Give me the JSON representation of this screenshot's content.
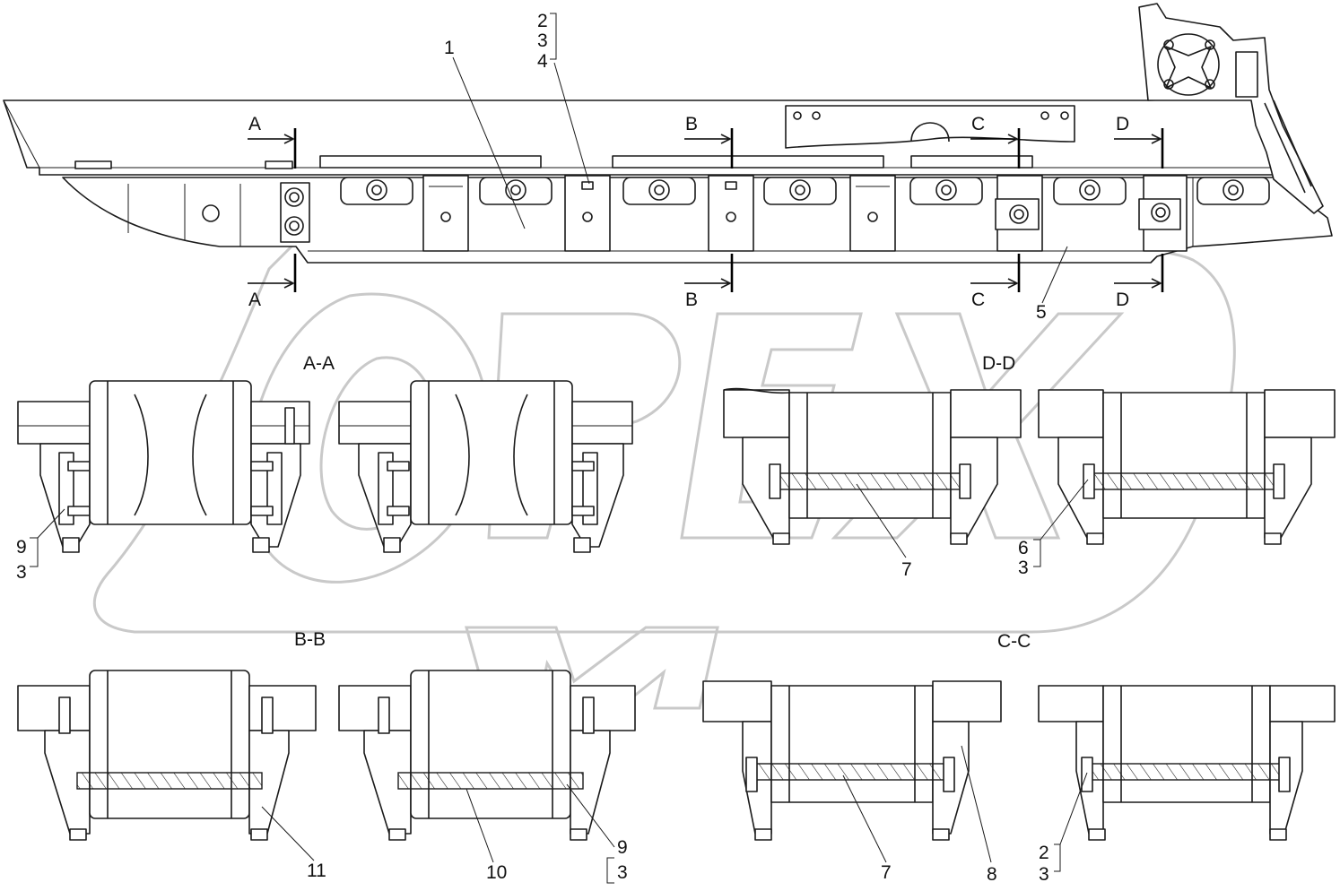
{
  "cutting_planes": [
    {
      "id": "A",
      "top_label": "A",
      "bottom_label": "A"
    },
    {
      "id": "B",
      "top_label": "B",
      "bottom_label": "B"
    },
    {
      "id": "C",
      "top_label": "C",
      "bottom_label": "C"
    },
    {
      "id": "D",
      "top_label": "D",
      "bottom_label": "D"
    }
  ],
  "section_titles": {
    "aa": "A-A",
    "bb": "B-B",
    "cc": "C-C",
    "dd": "D-D"
  },
  "callouts": {
    "part_1": "1",
    "stack_234": [
      "2",
      "3",
      "4"
    ],
    "part_5": "5",
    "aa_stack": [
      "9",
      "3"
    ],
    "dd_part_7": "7",
    "dd_stack": [
      "6",
      "3"
    ],
    "bb_part_11": "11",
    "bb_part_10": "10",
    "bb_stack": [
      "9",
      "3"
    ],
    "cc_part_7": "7",
    "cc_part_8": "8",
    "cc_stack": [
      "2",
      "3"
    ]
  },
  "watermark_logo": "OPEX"
}
